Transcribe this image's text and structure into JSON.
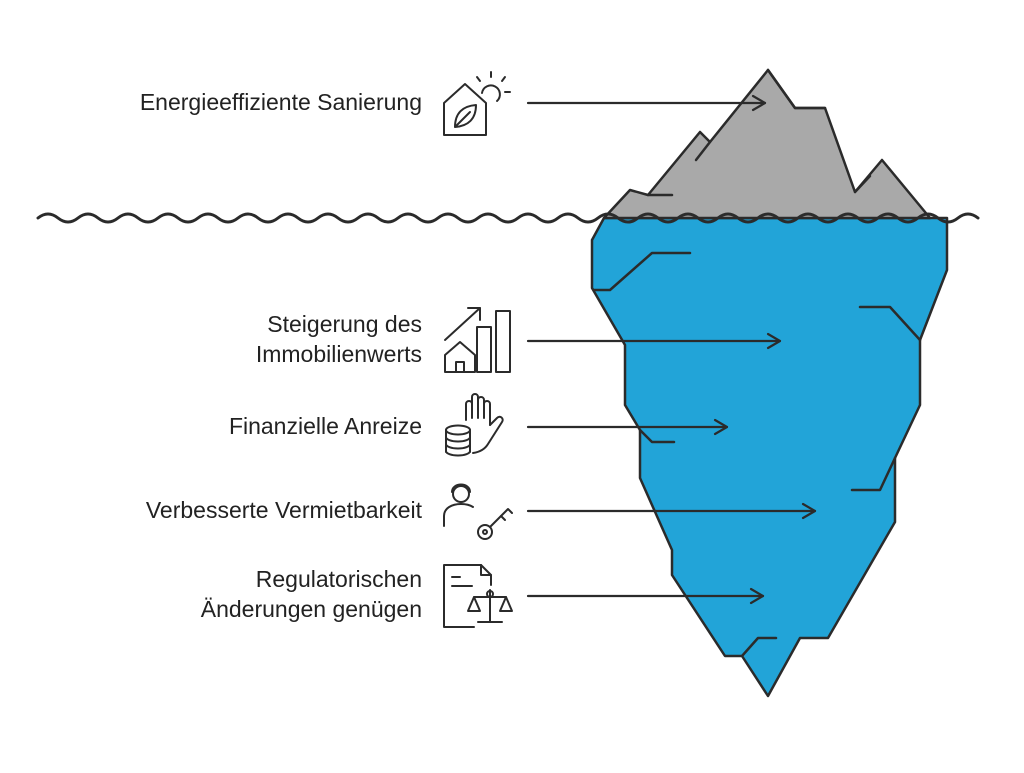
{
  "colors": {
    "tip": "#a9a9a9",
    "underwater": "#22a4d8",
    "stroke": "#2b2b2b",
    "text": "#222222"
  },
  "items": [
    {
      "lines": [
        "Energieeffiziente Sanierung"
      ],
      "icon": "house-leaf-sun-icon"
    },
    {
      "lines": [
        "Steigerung des",
        "Immobilienwerts"
      ],
      "icon": "growth-chart-house-icon"
    },
    {
      "lines": [
        "Finanzielle Anreize"
      ],
      "icon": "coins-hand-icon"
    },
    {
      "lines": [
        "Verbesserte Vermietbarkeit"
      ],
      "icon": "tenant-key-icon"
    },
    {
      "lines": [
        "Regulatorischen",
        "Änderungen genügen"
      ],
      "icon": "document-scales-icon"
    }
  ]
}
